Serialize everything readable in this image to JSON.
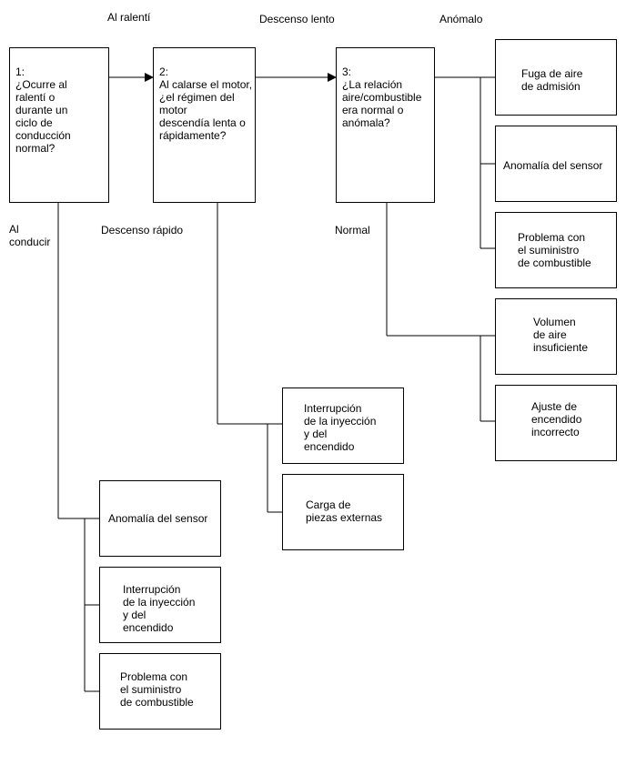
{
  "branch_labels": {
    "idle": "Al ralentí",
    "slow_drop": "Descenso lento",
    "abnormal": "Anómalo",
    "driving": "Al\nconducir",
    "fast_drop": "Descenso rápido",
    "normal": "Normal"
  },
  "questions": [
    {
      "number": "1:",
      "text": "¿Ocurre al\nralentí o\ndurante un\nciclo de\nconducción\nnormal?"
    },
    {
      "number": "2:",
      "text": "Al calarse el motor,\n¿el régimen del motor\ndescendía lenta o\nrápidamente?"
    },
    {
      "number": "3:",
      "text": "¿La relación\naire/combustible\nera normal o\nanómala?"
    }
  ],
  "results": {
    "abnormal": [
      "Fuga de aire\nde admisión",
      "Anomalía del sensor",
      "Problema con\nel suministro\nde combustible"
    ],
    "normal": [
      "Volumen\nde aire\ninsuficiente",
      "Ajuste de\nencendido\nincorrecto"
    ],
    "fast_drop": [
      "Interrupción\nde la inyección\ny del\nencendido",
      "Carga de\npiezas externas"
    ],
    "driving": [
      "Anomalía del sensor",
      "Interrupción\nde la inyección\ny del\nencendido",
      "Problema con\nel suministro\nde combustible"
    ]
  }
}
